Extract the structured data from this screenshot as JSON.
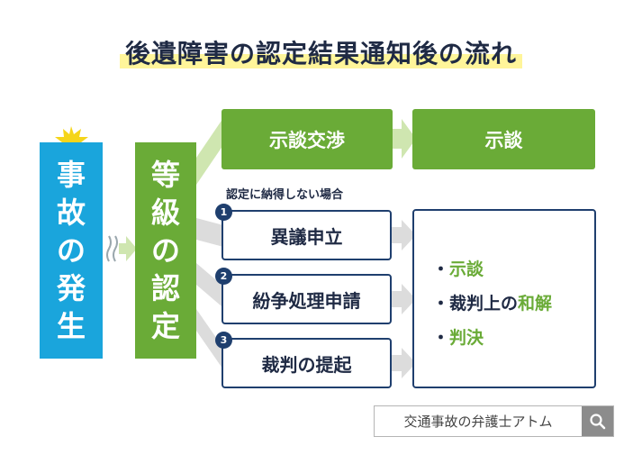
{
  "title": "後遺障害の認定結果通知後の流れ",
  "accident_chars": [
    "事",
    "故",
    "の",
    "発",
    "生"
  ],
  "grade_chars": [
    "等",
    "級",
    "の",
    "認",
    "定"
  ],
  "negotiation": "示談交渉",
  "settlement": "示談",
  "caption": "認定に納得しない場合",
  "options": [
    {
      "num": "1",
      "label": "異議申立"
    },
    {
      "num": "2",
      "label": "紛争処理申請"
    },
    {
      "num": "3",
      "label": "裁判の提起"
    }
  ],
  "results": {
    "r1": {
      "green": "示談"
    },
    "r2": {
      "plain": "裁判上の",
      "green": "和解"
    },
    "r3": {
      "green": "判決"
    },
    "bullet": "・"
  },
  "search": {
    "text": "交通事故の弁護士アトム",
    "icon": "search-icon"
  },
  "colors": {
    "blue": "#1aa5dc",
    "green": "#6aab37",
    "navy": "#1f3f6e",
    "highlight": "#fff59a",
    "arrow": "#dcdcdc"
  }
}
